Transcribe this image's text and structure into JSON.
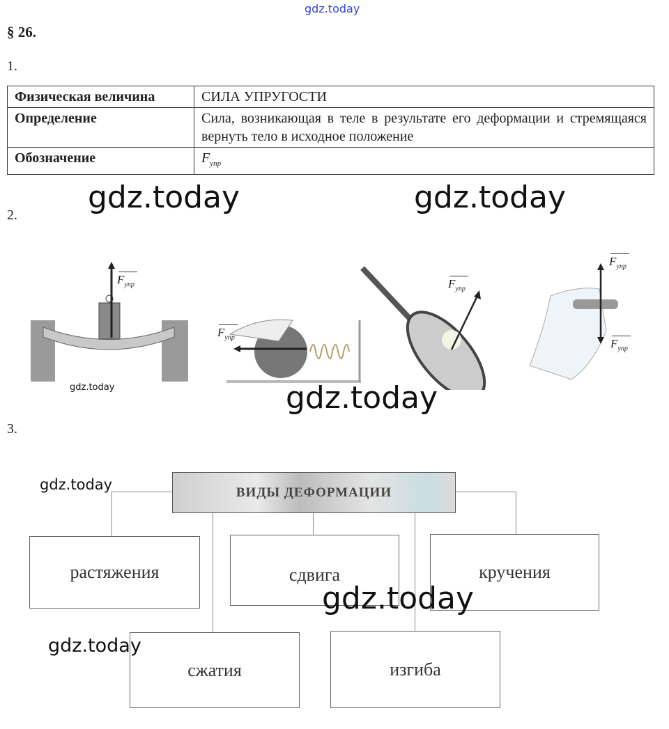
{
  "watermark_top": "gdz.today",
  "watermarks": [
    "gdz.today",
    "gdz.today",
    "gdz.today",
    "gdz.today",
    "gdz.today",
    "gdz.today",
    "gdz.today"
  ],
  "section": "§ 26.",
  "task1": {
    "number": "1.",
    "rows": [
      {
        "label": "Физическая величина",
        "value": "СИЛА УПРУГОСТИ"
      },
      {
        "label": "Определение",
        "value": "Сила, возникающая в теле в результате его деформации и стремящаяся вернуть тело в исходное положение"
      },
      {
        "label": "Обозначение",
        "symbol": "F",
        "subscript": "упр"
      }
    ]
  },
  "task2": {
    "number": "2.",
    "force_label": "F",
    "force_subscript": "упр"
  },
  "task3": {
    "number": "3.",
    "title": "ВИДЫ ДЕФОРМАЦИИ",
    "types": [
      "растяжения",
      "сдвига",
      "кручения",
      "сжатия",
      "изгиба"
    ]
  }
}
